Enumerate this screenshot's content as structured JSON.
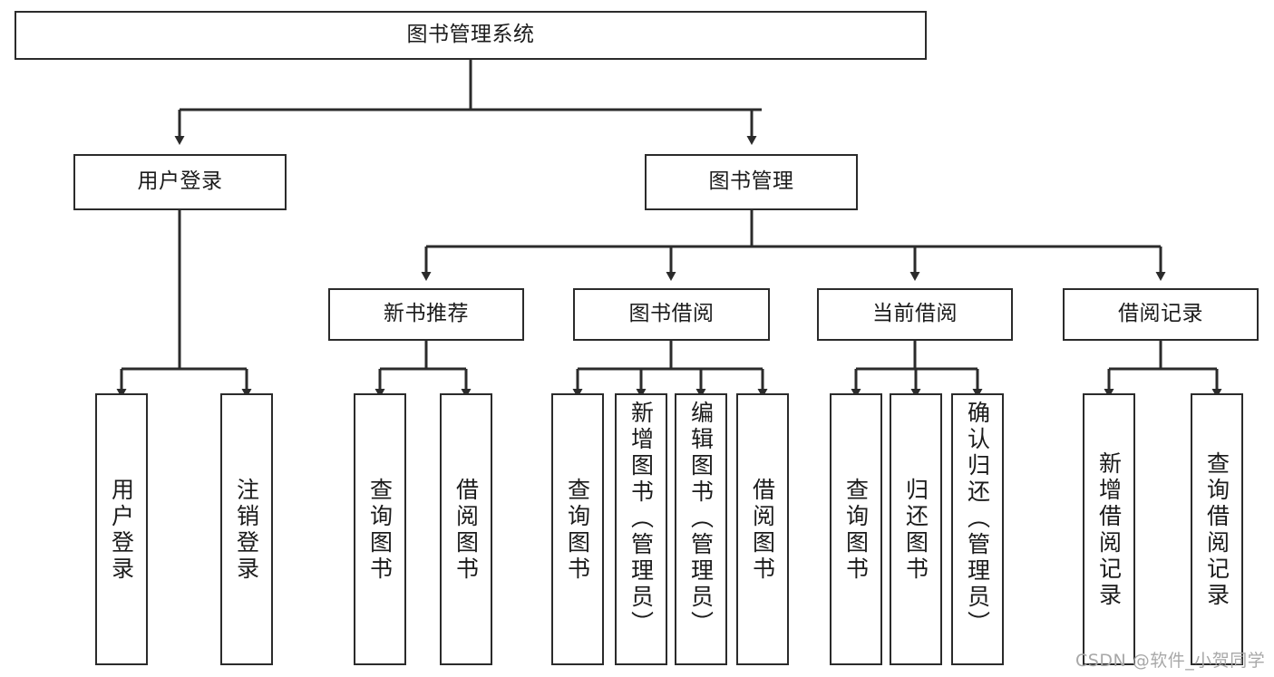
{
  "diagram": {
    "title": "图书管理系统",
    "type": "hierarchy-tree",
    "root": {
      "label": "图书管理系统"
    },
    "level1": [
      {
        "label": "用户登录"
      },
      {
        "label": "图书管理"
      }
    ],
    "level2": [
      {
        "label": "新书推荐"
      },
      {
        "label": "图书借阅"
      },
      {
        "label": "当前借阅"
      },
      {
        "label": "借阅记录"
      }
    ],
    "leaves": {
      "user_login": [
        {
          "label": "用户登录"
        },
        {
          "label": "注销登录"
        }
      ],
      "new_book": [
        {
          "label": "查询图书"
        },
        {
          "label": "借阅图书"
        }
      ],
      "book_borrow": [
        {
          "label": "查询图书"
        },
        {
          "label": "新增图书（管理员）"
        },
        {
          "label": "编辑图书（管理员）"
        },
        {
          "label": "借阅图书"
        }
      ],
      "current_borrow": [
        {
          "label": "查询图书"
        },
        {
          "label": "归还图书"
        },
        {
          "label": "确认归还（管理员）"
        }
      ],
      "borrow_record": [
        {
          "label": "新增借阅记录"
        },
        {
          "label": "查询借阅记录"
        }
      ]
    }
  },
  "watermark": {
    "text": "CSDN @软件_小贺同学"
  },
  "colors": {
    "stroke": "#2b2b2b",
    "background": "#ffffff",
    "text": "#1b1b1b",
    "watermark": "#a8a8a8"
  }
}
